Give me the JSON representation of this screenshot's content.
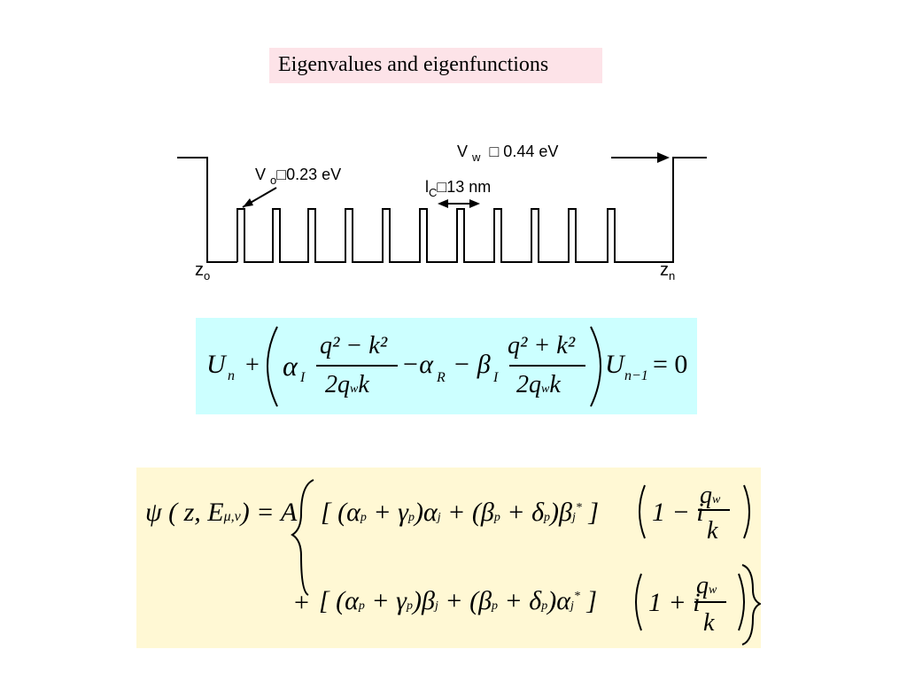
{
  "title": "Eigenvalues and eigenfunctions",
  "diagram": {
    "vw_label": "V",
    "vw_sub": "w",
    "vw_value": "□  0.44   eV",
    "vo_label": "V",
    "vo_sub": "o",
    "vo_value": "□0.23   eV",
    "lc_label": "l",
    "lc_sub": "C",
    "lc_value": "□13 nm",
    "z0_label": "z",
    "z0_sub": "o",
    "zn_label": "z",
    "zn_sub": "n"
  },
  "equation1": {
    "U": "U",
    "n": "n",
    "plus": "+",
    "alpha": "α",
    "I": "I",
    "num1": "q² − k²",
    "den1": "2q",
    "w": "w",
    "k": "k",
    "minus_alphaR": "−α",
    "R": "R",
    "minus_beta": "− β",
    "num2": "q² + k²",
    "n1": "n−1",
    "equals0": "= 0"
  },
  "equation2": {
    "line1_lhs": "ψ ( z, E",
    "mu_nu": "μ,ν",
    "line1_eq": ") = A",
    "line1_body": "(α",
    "line2_plus": "+",
    "one_minus_i": "1 − i",
    "one_plus_i": "1 + i",
    "q": "q",
    "w": "w",
    "k": "k"
  }
}
